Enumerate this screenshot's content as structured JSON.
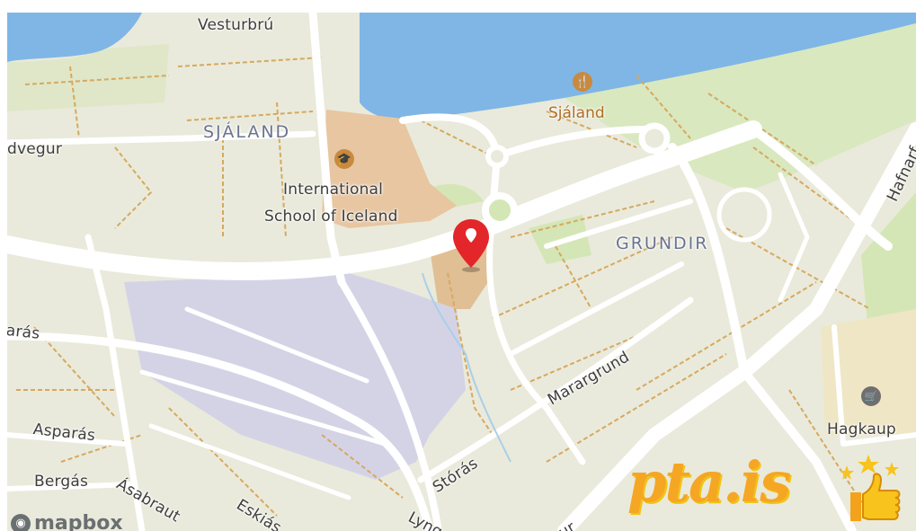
{
  "map": {
    "districts": [
      "SJÁLAND",
      "GRUNDIR"
    ],
    "streets": [
      "Vesturbrú",
      "dvegur",
      "Hafnarf",
      "Marargrund",
      "Stórás",
      "arás",
      "Asparás",
      "Bergás",
      "Ásabraut",
      "Eskiás",
      "Lyng",
      "ur"
    ],
    "pois": [
      {
        "name": "Sjáland",
        "icon": "restaurant-icon",
        "color": "#c98a3e"
      },
      {
        "name_line1": "International",
        "name_line2": "School of Iceland",
        "icon": "school-icon",
        "color": "#c98a3e"
      },
      {
        "name": "Hagkaup",
        "icon": "shopping-icon",
        "color": "#6f6f6f"
      }
    ],
    "marker": {
      "icon": "map-pin-icon",
      "color": "#e3262a"
    },
    "attribution": "mapbox",
    "colors": {
      "water": "#7fb6e6",
      "land": "#e9eadb",
      "park": "#d4e6b5",
      "residential_blue": "#d4d3e6",
      "school_area": "#e7c6a1",
      "road": "#ffffff",
      "path": "#d7a85e"
    }
  },
  "watermark": {
    "text": "pta.is",
    "icon": "thumbs-up-icon"
  }
}
